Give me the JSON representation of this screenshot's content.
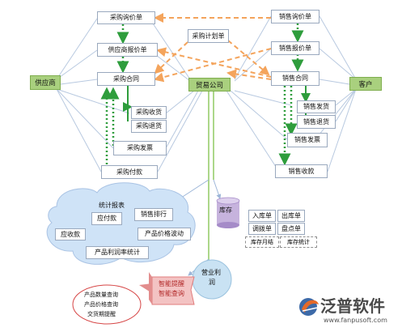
{
  "company": "贸易公司",
  "supplier": "供应商",
  "customer": "客户",
  "purchase": {
    "inquiry": "采购询价单",
    "quote": "供应商报价单",
    "contract": "采购合同",
    "receive": "采购收货",
    "return": "采购退货",
    "invoice": "采购发票",
    "payment": "采购付款"
  },
  "plan": "采购计划单",
  "sales": {
    "inquiry": "销售询价单",
    "quote": "销售报价单",
    "contract": "销售合同",
    "deliver": "销售发货",
    "return": "销售退货",
    "invoice": "销售发票",
    "receipt": "销售收款"
  },
  "cloud": {
    "stats": "统计报表",
    "payable": "应付款",
    "ranking": "销售排行",
    "receivable": "应收款",
    "price_trend": "产品价格波动",
    "margin": "产品利润率统计"
  },
  "inventory": {
    "title": "库存",
    "in": "入库单",
    "out": "出库单",
    "transfer": "调拨单",
    "count": "盘点单",
    "monthly": "库存月结",
    "stats": "库存统计"
  },
  "profit": {
    "line1": "营业利",
    "line2": "润"
  },
  "alert": {
    "line1": "智能提醒",
    "line2": "智能查询"
  },
  "queries": {
    "q1": "产品数量查询",
    "q2": "产品价格查询",
    "q3": "交货期提醒"
  },
  "logo": {
    "text": "泛普软件",
    "url": "www.fanpusoft.com"
  }
}
